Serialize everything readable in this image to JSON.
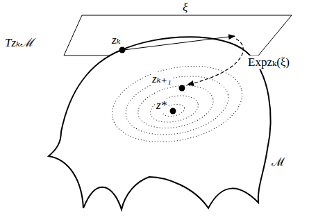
{
  "diagram": {
    "labels": [
      "ξ",
      "Tzₖℳ",
      "zₖ",
      "Expzₖ(ξ)",
      "zₖ₊₁",
      "z*",
      "ℳ"
    ]
  }
}
